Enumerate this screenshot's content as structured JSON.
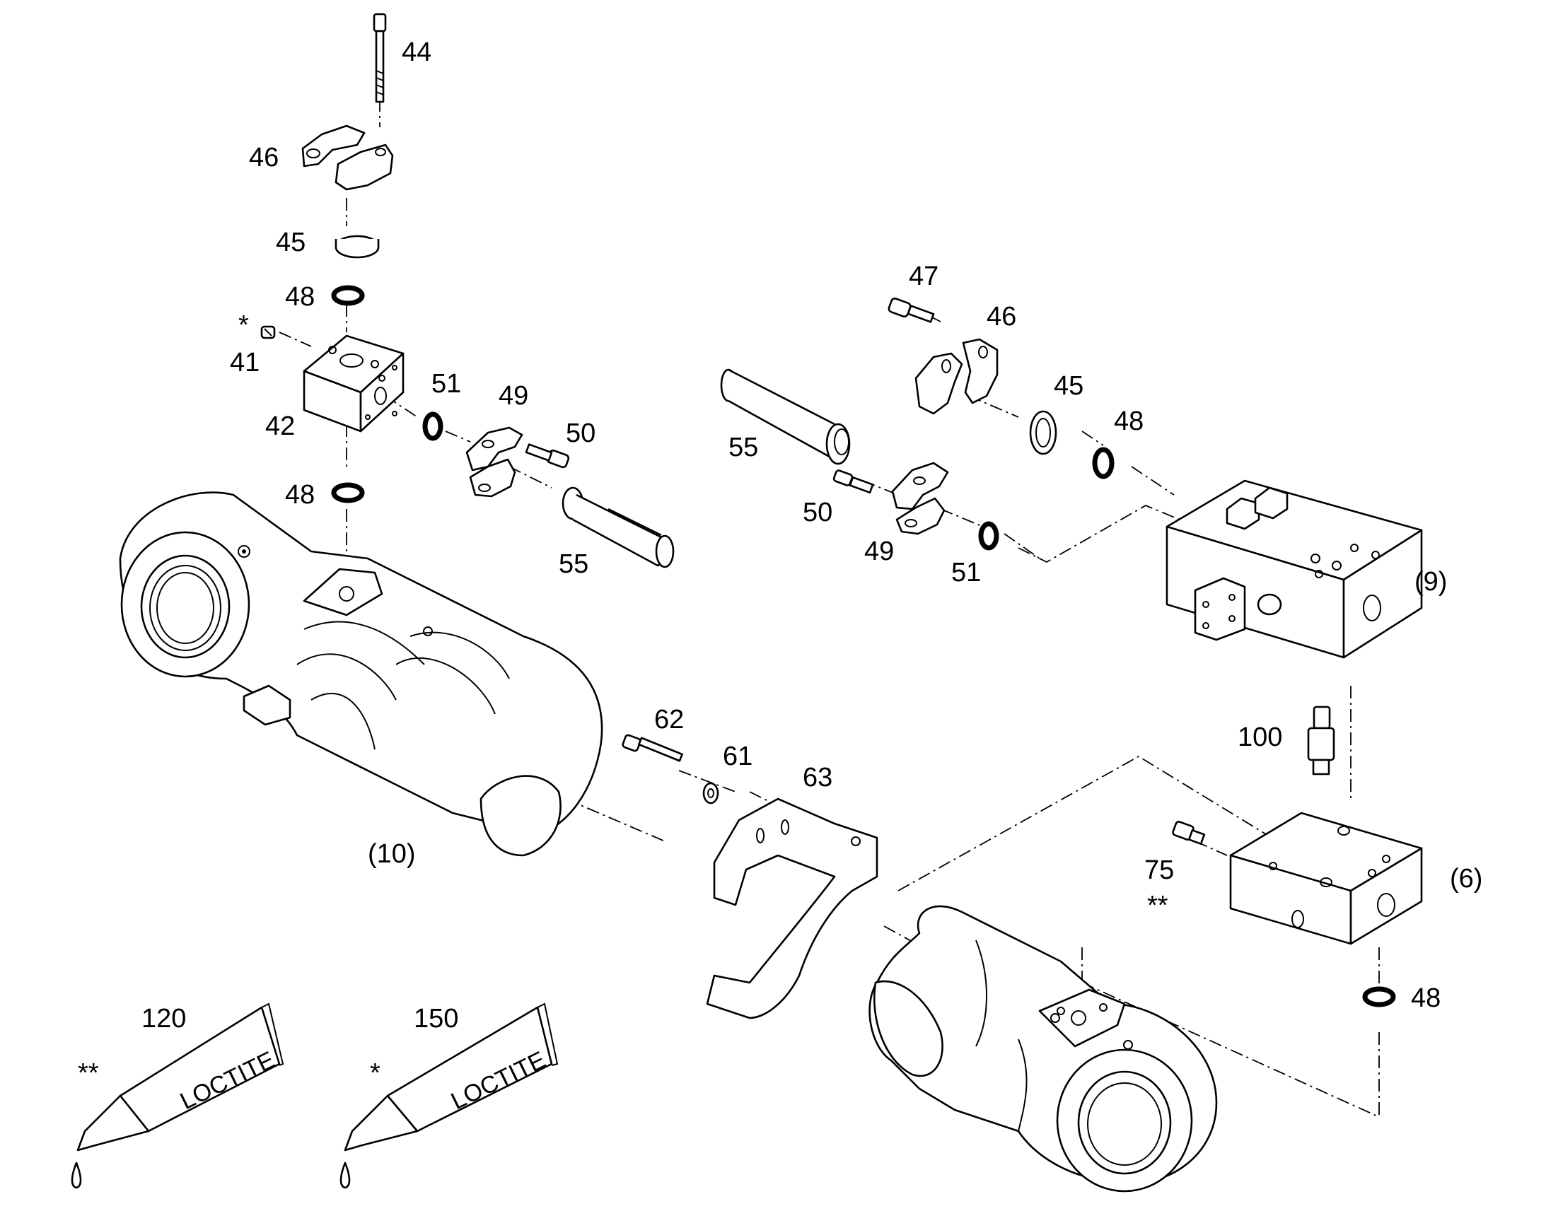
{
  "labels": {
    "p44": "44",
    "p46a": "46",
    "p45a": "45",
    "p48a": "48",
    "p41": "41",
    "p41_mark": "*",
    "p42": "42",
    "p48b": "48",
    "p51a": "51",
    "p49a": "49",
    "p50a": "50",
    "p55a": "55",
    "p47": "47",
    "p46b": "46",
    "p45b": "45",
    "p48c": "48",
    "p55b": "55",
    "p50b": "50",
    "p49b": "49",
    "p51b": "51",
    "p9": "(9)",
    "p10": "(10)",
    "p62": "62",
    "p61": "61",
    "p63": "63",
    "p100": "100",
    "p75": "75",
    "p75_mark": "**",
    "p6": "(6)",
    "p48d": "48",
    "p120": "120",
    "p120_mark": "**",
    "p150": "150",
    "p150_mark": "*"
  },
  "tubes": {
    "left_text": "LOCTITE",
    "right_text": "LOCTITE"
  },
  "colors": {
    "line": "#000000",
    "background": "#ffffff"
  }
}
